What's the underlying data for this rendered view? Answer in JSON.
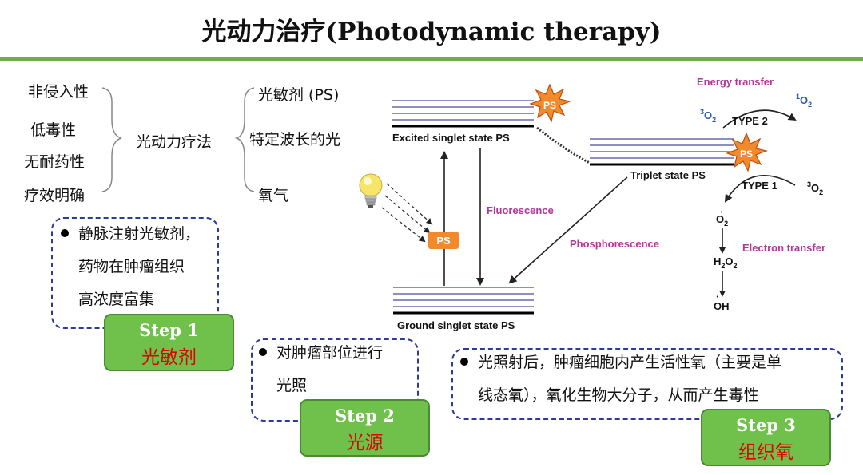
{
  "title": "光动力治疗(Photodynamic therapy)",
  "properties": [
    "非侵入性",
    "低毒性",
    "无耐药性",
    "疗效明确"
  ],
  "method": "光动力疗法",
  "components": [
    "光敏剂 (PS)",
    "特定波长的光",
    "氧气"
  ],
  "steps": [
    {
      "lines": [
        "静脉注射光敏剂，",
        "药物在肿瘤组织",
        "高浓度富集"
      ],
      "step_label": "Step 1",
      "step_name": "光敏剂"
    },
    {
      "lines": [
        "对肿瘤部位进行",
        "光照"
      ],
      "step_label": "Step 2",
      "step_name": "光源"
    },
    {
      "lines": [
        "光照射后，肿瘤细胞内产生活性氧（主要是单",
        "线态氧），氧化生物大分子，从而产生毒性"
      ],
      "step_label": "Step 3",
      "step_name": "组织氧"
    }
  ],
  "diagram": {
    "ps": "PS",
    "excited": "Excited singlet state PS",
    "triplet": "Triplet state PS",
    "ground": "Ground singlet state PS",
    "fluorescence": "Fluorescence",
    "phosphorescence": "Phosphorescence",
    "energy_transfer": "Energy transfer",
    "type2": "TYPE 2",
    "type1": "TYPE 1",
    "electron_transfer": "Electron transfer",
    "o3_left_sup": "3",
    "o3_right_sup": "1",
    "o3_type1_sup": "3",
    "o_symbol": "O",
    "o_sub": "2",
    "superoxide_mark": "→",
    "h2o2_h": "H",
    "h2o2_sub1": "2",
    "h2o2_o": "O",
    "h2o2_sub2": "2",
    "oh": "OH",
    "oh_dot": "·"
  },
  "colors": {
    "accent_green": "#70ad47",
    "step_green": "#70c14b",
    "box_border": "#2e3a9a",
    "label_purple": "#b2379a",
    "o2_blue": "#2b5aa8",
    "step_cn_red": "#e00000"
  }
}
